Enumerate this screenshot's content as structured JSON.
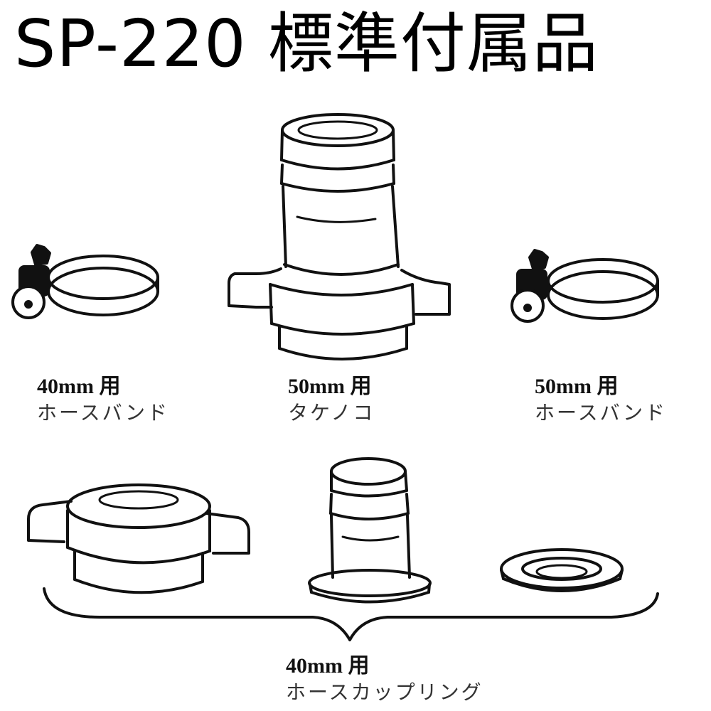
{
  "title": {
    "model": "SP-220",
    "text": "標準付属品"
  },
  "accessories": [
    {
      "size": "40mm 用",
      "name": "ホースバンド",
      "icon": "hose-clamp-icon"
    },
    {
      "size": "50mm 用",
      "name": "タケノコ",
      "icon": "hose-nipple-icon"
    },
    {
      "size": "50mm 用",
      "name": "ホースバンド",
      "icon": "hose-clamp-icon"
    }
  ],
  "coupling_set": {
    "size": "40mm 用",
    "name": "ホースカップリング",
    "parts": [
      "coupling-nut-icon",
      "hose-nipple-icon",
      "gasket-ring-icon"
    ]
  }
}
